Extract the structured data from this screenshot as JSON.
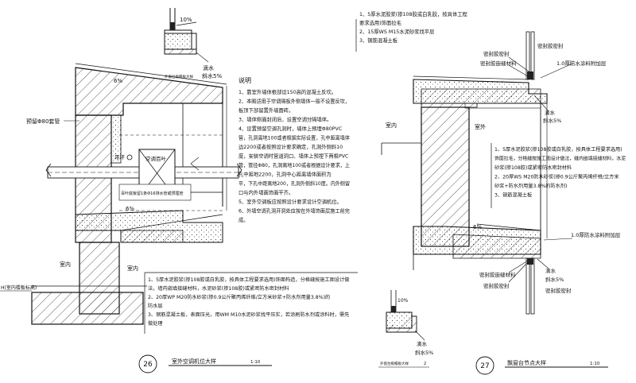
{
  "left_detail": {
    "top_small": {
      "slope_label": "10%",
      "drip_label": "滴水",
      "slope2_label": "斜水5%",
      "caption": "外窗台挑檐板大样"
    },
    "slope_top": "6%",
    "slope_bottom": "6%",
    "label_sleeve": "预留Φ80套管",
    "label_ac_hole": "空调百叶",
    "label_hook": "吊环",
    "label_pipe": "百叶底板留1条Φ16排水管或预埋管",
    "label_indoor_1": "室内",
    "label_outdoor": "室外",
    "label_indoor_2": "室内",
    "label_bottom_left": "H(室内楼板标高)",
    "notes_title": "说明",
    "notes": [
      "1、靠室外墙体根部设150高的混凝土反坎。",
      "2、本图适用于空调隔板外侧墙体一般不设置反坎，",
      "   板顶下部留置外墙面砖。",
      "3、墙体侧面封闭后，设置空调分隔墙体。",
      "4、设置预留空调孔洞时，墙体上预埋Φ80PVC",
      "管，孔洞离地100或者根据实际设置，孔中距离墙体",
      "边2200或者按照设计要求确定，孔洞外侧斜10",
      "度，安装空调时管道洞口、墙体上预埋下两根PVC",
      "管，管径Φ80，孔洞离地100或者根据设计要求，上",
      "孔中距地2200，孔洞中心距离墙体面积为",
      "平，下孔中距离地200，孔洞外侧斜10度。内外侧留",
      "口与内外墙面饰面平齐。",
      "5、室外空调板应按照设计要求设计空调机位。",
      "6、外墙空调孔洞开洞处应按在外墙饰面层施工前完",
      "成。"
    ],
    "callout": [
      "1、5厚水泥胶浆(掺108胶或白乳胶，按具体工程要求选用)饰面构造，分格缝按施工图设计做",
      "法，墙内嵌填接缝材料，水泥砂浆(掺108胶)或紧密防水密封材料",
      "2、20厚WP M20防水砂浆(掺0.9公斤聚丙烯纤维/立方米砂浆+防水剂用量3.8%)的",
      "防水层",
      "3、钢筋混凝土板，表面压光，用WM M10水泥砂浆找平压实，若涂刷防水剂或涂料时，需先",
      "做处理"
    ],
    "circle_num": "26",
    "title": "室外空调机位大样",
    "scale": "1:10"
  },
  "right_detail": {
    "top_callout": [
      "1、5厚水泥胶浆(掺108胶或白乳胶，按具体工程",
      "要求选用)饰面拉毛",
      "2、15厚WS M15水泥砂浆找平层",
      "3、钢筋混凝土板"
    ],
    "label_sealant_top": "密封胶密封",
    "label_backer_top": "密封胶嵌缝材料",
    "label_waterproof_top": "1.0厚防水涂料附加层",
    "label_drip_top": "滴水",
    "label_slope_top": "斜水5%",
    "label_indoor": "室内",
    "label_outdoor": "室外",
    "mid_callout": [
      "1、5厚水泥胶浆(掺108胶或白乳胶，按具体工程要求选用)",
      "饰面拉毛，分格缝按施工图设计做法，缝内嵌填接缝材料，水泥",
      "砂浆(掺108胶)或紧密防水密封材料",
      "2、20厚WS M20防水砂浆(掺0.9公斤聚丙烯纤维/立方米",
      "砂浆+防水剂用量3.8%的防水剂)",
      "3、钢筋混凝土板"
    ],
    "slope_6": "6%",
    "label_waterproof_bottom": "1.0厚防水涂料附加层",
    "label_backer_bottom": "密封胶嵌缝材料",
    "label_sealant_bottom": "密封胶密封",
    "label_drip_bottom": "滴水",
    "label_slope_bottom": "斜水5%",
    "small_caption": "外窗台挑檐板大样",
    "small_drip": "滴水",
    "small_slope": "斜水5%",
    "small_slope_top": "10%",
    "small_scale": "2",
    "circle_num": "27",
    "title": "飘窗台节点大样",
    "scale": "1:10"
  }
}
